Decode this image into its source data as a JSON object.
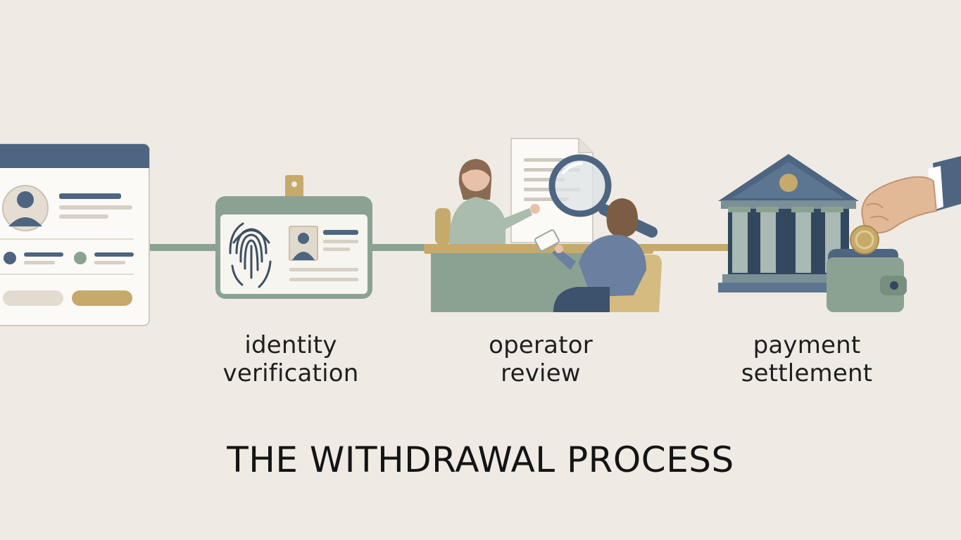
{
  "title": "THE WITHDRAWAL PROCESS",
  "steps": [
    {
      "id": "account-form",
      "line1": "",
      "line2": ""
    },
    {
      "id": "identity",
      "line1": "identity",
      "line2": "verification"
    },
    {
      "id": "review",
      "line1": "operator",
      "line2": "review"
    },
    {
      "id": "payment",
      "line1": "payment",
      "line2": "settlement"
    }
  ],
  "colors": {
    "background": "#efebe4",
    "navy": "#4d6580",
    "sage": "#8ba292",
    "gold": "#c6aa6c",
    "connector": "#8ba292"
  },
  "icons": [
    "account-form-icon",
    "id-badge-icon",
    "fingerprint-icon",
    "operator-review-icon",
    "magnifier-icon",
    "bank-icon",
    "wallet-icon",
    "coin-icon",
    "hand-icon"
  ]
}
